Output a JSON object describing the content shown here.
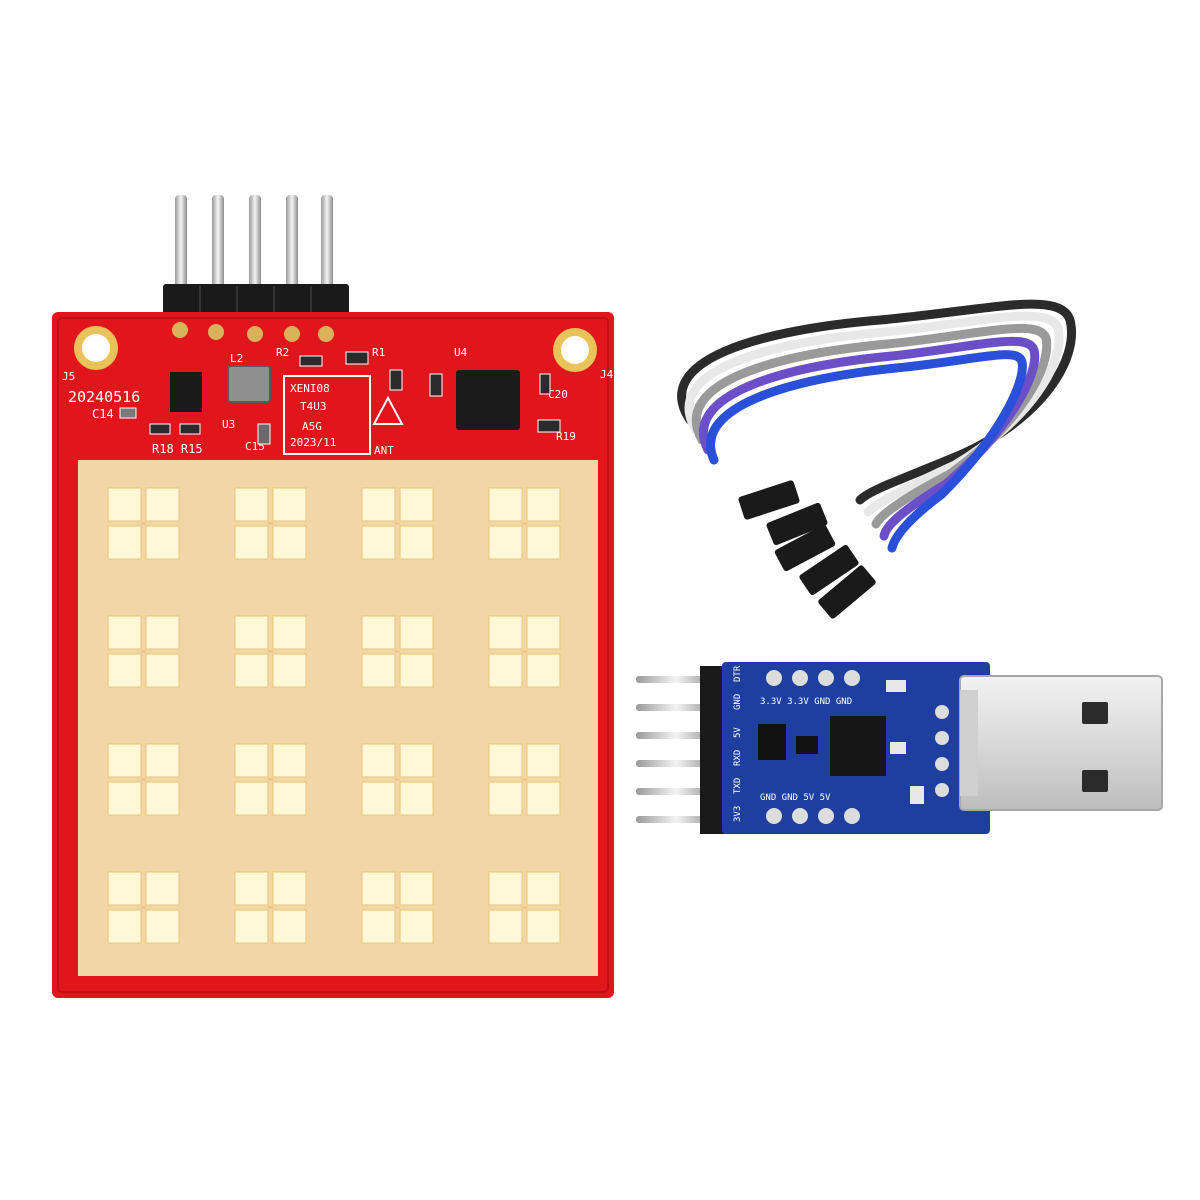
{
  "colors": {
    "background": "#ffffff",
    "radar_board": "#e0161c",
    "antenna_area": "#f2d6a8",
    "patch": "#fff7d6",
    "usb_board": "#1f3fa0",
    "usb_plug": "#e6e6e6",
    "cable_black": "#2b2b2b",
    "cable_white": "#e8e8e8",
    "cable_purple": "#6a4fc9",
    "cable_blue": "#2a4fd8",
    "cable_grey": "#9a9a9a"
  },
  "radar_board": {
    "date_code": "20240516",
    "chip_mark_line1": "XENI08",
    "chip_mark_line2": "T4U3",
    "chip_mark_line3": "A5G",
    "chip_mark_line4": "2023/11",
    "ant_label": "ANT",
    "j5_label": "J5",
    "j4_label": "J4",
    "u4_label": "U4",
    "l2_label": "L2",
    "c14_label": "C14",
    "r18_r15_label": "R18 R15",
    "c15_label": "C15",
    "c20_label": "C20",
    "r19_label": "R19",
    "r2_label": "R2",
    "r1_label": "R1",
    "u3_label": "U3",
    "patch_rows": 4,
    "patch_cols": 4
  },
  "usb_adapter": {
    "pin_labels": [
      "3V3",
      "TXD",
      "RXD",
      "5V",
      "GND",
      "DTR"
    ],
    "top_row_text": "3.3V 3.3V GND GND",
    "bottom_row_text": "GND GND 5V 5V"
  },
  "cable": {
    "wire_count": 5
  }
}
